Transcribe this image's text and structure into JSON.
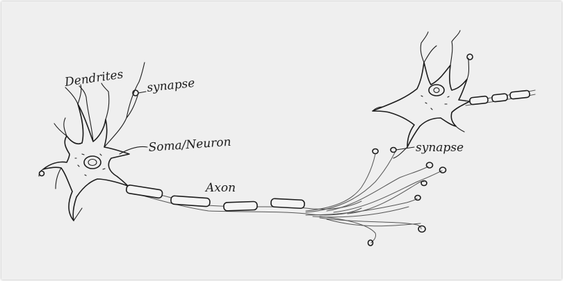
{
  "labels": {
    "dendrites": "Dendrites",
    "synapse_left": "synapse",
    "soma": "Soma/Neuron",
    "axon": "Axon",
    "synapse_right": "synapse"
  },
  "colors": {
    "paper": "#efefef",
    "ink": "#1c1c1c"
  }
}
